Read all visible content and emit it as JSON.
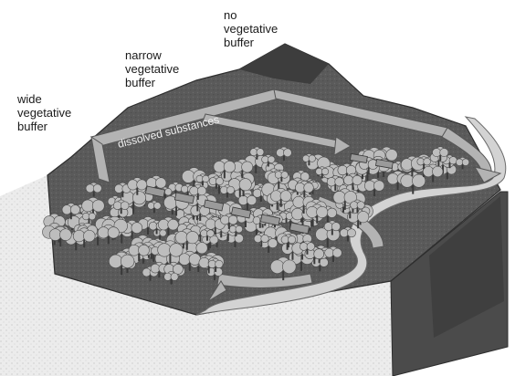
{
  "labels": {
    "no_buffer": "no\nvegetative\nbuffer",
    "narrow_buffer": "narrow\nvegetative\nbuffer",
    "wide_buffer": "wide\nvegetative\nbuffer",
    "dissolved": "dissolved substances"
  },
  "colors": {
    "land_top": "#595959",
    "land_dark": "#3a3a3a",
    "cliff_side": "#4a4a4a",
    "stream": "#cfcfcf",
    "arrow_fill": "#b4b4b4",
    "tree_fill": "#bdbdbd",
    "tree_stroke": "#4a4a4a",
    "ground_light": "#e6e6e6"
  }
}
